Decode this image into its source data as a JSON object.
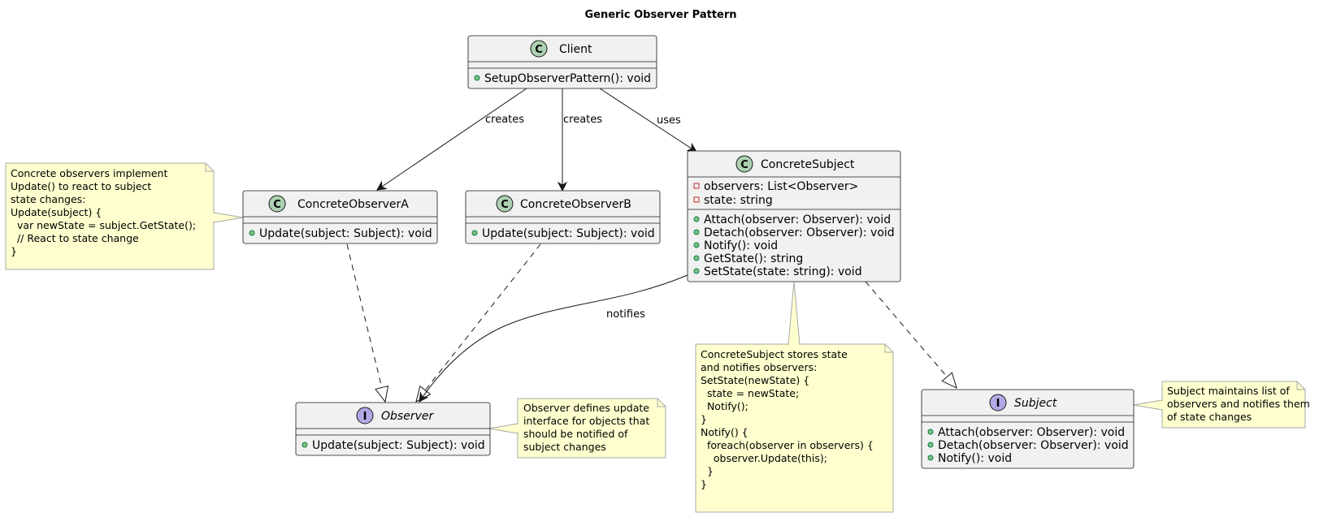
{
  "title": "Generic Observer Pattern",
  "colors": {
    "class_fill": "#f1f1f1",
    "class_stroke": "#181818",
    "class_stereo_c": "#add1b2",
    "interface_stereo_i": "#b4a7e5",
    "note_fill": "#fefece",
    "note_stroke": "#a8a8a8",
    "public_dot": "#84be84",
    "private_box": "#c82930"
  },
  "classes": {
    "client": {
      "badge": "C",
      "name": "Client",
      "methods": [
        {
          "vis": "public",
          "text": "SetupObserverPattern(): void"
        }
      ]
    },
    "observer_a": {
      "badge": "C",
      "name": "ConcreteObserverA",
      "methods": [
        {
          "vis": "public",
          "text": "Update(subject: Subject): void"
        }
      ]
    },
    "observer_b": {
      "badge": "C",
      "name": "ConcreteObserverB",
      "methods": [
        {
          "vis": "public",
          "text": "Update(subject: Subject): void"
        }
      ]
    },
    "concrete_subject": {
      "badge": "C",
      "name": "ConcreteSubject",
      "fields": [
        {
          "vis": "private",
          "text": "observers: List<Observer>"
        },
        {
          "vis": "private",
          "text": "state: string"
        }
      ],
      "methods": [
        {
          "vis": "public",
          "text": "Attach(observer: Observer): void"
        },
        {
          "vis": "public",
          "text": "Detach(observer: Observer): void"
        },
        {
          "vis": "public",
          "text": "Notify(): void"
        },
        {
          "vis": "public",
          "text": "GetState(): string"
        },
        {
          "vis": "public",
          "text": "SetState(state: string): void"
        }
      ]
    },
    "observer": {
      "badge": "I",
      "name": "Observer",
      "methods": [
        {
          "vis": "public",
          "text": "Update(subject: Subject): void"
        }
      ]
    },
    "subject": {
      "badge": "I",
      "name": "Subject",
      "methods": [
        {
          "vis": "public",
          "text": "Attach(observer: Observer): void"
        },
        {
          "vis": "public",
          "text": "Detach(observer: Observer): void"
        },
        {
          "vis": "public",
          "text": "Notify(): void"
        }
      ]
    }
  },
  "edges": {
    "client_creates_a": "creates",
    "client_creates_b": "creates",
    "client_uses_subject": "uses",
    "subject_notifies_observer": "notifies"
  },
  "notes": {
    "observers_note": [
      "Concrete observers implement",
      "Update() to react to subject",
      "state changes:",
      "",
      "Update(subject) {",
      "  var newState = subject.GetState();",
      "  // React to state change",
      "}"
    ],
    "observer_iface_note": [
      "Observer defines update",
      "interface for objects that",
      "should be notified of",
      "subject changes"
    ],
    "concrete_subject_note": [
      "ConcreteSubject stores state",
      "and notifies observers:",
      "",
      "SetState(newState) {",
      "  state = newState;",
      "  Notify();",
      "}",
      "",
      "Notify() {",
      "  foreach(observer in observers) {",
      "    observer.Update(this);",
      "  }",
      "}"
    ],
    "subject_iface_note": [
      "Subject maintains list of",
      "observers and notifies them",
      "of state changes"
    ]
  }
}
